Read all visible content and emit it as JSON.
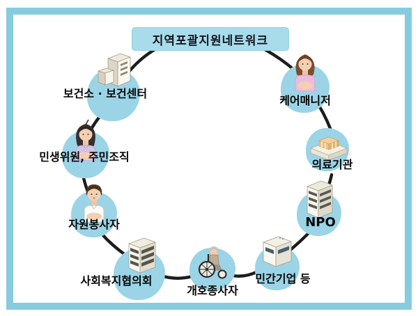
{
  "title": {
    "label": "지역포괄지원네트워크"
  },
  "nodes": [
    {
      "id": "health-center",
      "label": "보건소 · 보건센터",
      "icon": "health-center-building-icon"
    },
    {
      "id": "care-manager",
      "label": "케어매니저",
      "icon": "care-manager-woman-icon"
    },
    {
      "id": "resident-org",
      "label": "민생위원, 주민조직",
      "icon": "resident-committee-woman-icon"
    },
    {
      "id": "medical-institution",
      "label": "의료기관",
      "icon": "medical-institution-building-icon"
    },
    {
      "id": "volunteer",
      "label": "자원봉사자",
      "icon": "volunteer-man-icon"
    },
    {
      "id": "npo",
      "label": "NPO",
      "icon": "npo-building-icon"
    },
    {
      "id": "welfare-council",
      "label": "사회복지협의회",
      "icon": "welfare-council-building-icon"
    },
    {
      "id": "private-company",
      "label": "민간기업 등",
      "icon": "private-company-building-icon"
    },
    {
      "id": "care-worker",
      "label": "개호종사자",
      "icon": "care-worker-wheelchair-icon"
    }
  ],
  "colors": {
    "frame_border": "#87CBDF",
    "title_background": "#A8DCEA",
    "node_circle": "#9BD4E6",
    "connector_line": "#1C1C1C",
    "text": "#0A0A0A"
  }
}
